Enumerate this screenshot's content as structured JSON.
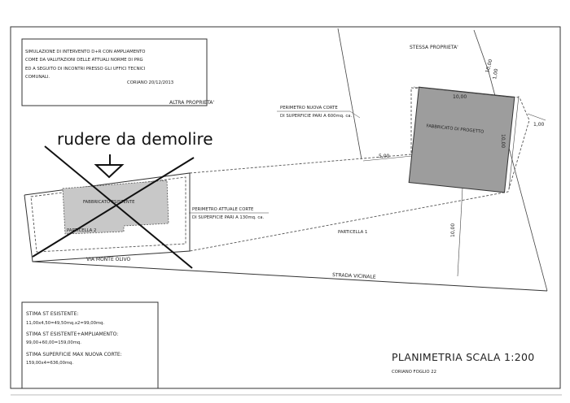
{
  "header_note": {
    "lines": [
      "SIMULAZIONE DI INTERVENTO D+R CON AMPLIAMENTO",
      "COME DA VALUTAZIONI DELLE ATTUALI NORME DI PRG",
      "ED A SEGUITO DI INCONTRI PRESSO GLI UFFICI TECNICI",
      "COMUNALI."
    ],
    "place_date": "CORIANO 20/12/2013"
  },
  "labels": {
    "altra_proprieta": "ALTRA PROPRIETA'",
    "stessa_proprieta": "STESSA PROPRIETA'",
    "perimetro_nuova_1": "PERIMETRO NUOVA CORTE",
    "perimetro_nuova_2": "DI SUPERFICIE PARI A 600mq. ca.",
    "perimetro_attuale_1": "PERIMETRO ATTUALE CORTE",
    "perimetro_attuale_2": "DI SUPERFICIE PARI A 130mq. ca.",
    "fabbricato_progetto": "FABBRICATO DI PROGETTO",
    "fabbricato_esistente": "FABBRICATO ESISTENTE",
    "particella_2": "PARTICELLA 2",
    "particella_1": "PARTICELLA 1",
    "via_monte_olivo": "VIA MONTE OLIVO",
    "strada_vicinale": "STRADA VICINALE",
    "handwritten": "rudere da demolire"
  },
  "dimensions": {
    "d_10_top": "10,00",
    "d_10_right": "10,00",
    "d_10_corner": "10,00",
    "d_1_top": "1,00",
    "d_1_right": "1,00",
    "d_5": "5,00",
    "d_10_vertical": "10,00"
  },
  "estimates": {
    "st_esistente_title": "STIMA ST ESISTENTE:",
    "st_esistente_calc": "11,00x4,50=49,50mq.x2=99,00mq.",
    "st_ampl_title": "STIMA ST ESISTENTE+AMPLIAMENTO:",
    "st_ampl_calc": "99,00+60,00=159,00mq.",
    "sup_max_title": "STIMA SUPERFICIE MAX NUOVA CORTE:",
    "sup_max_calc": "159,00x4=636,00mq."
  },
  "title_block": {
    "title": "PLANIMETRIA SCALA 1:200",
    "subtitle": "CORIANO FOGLIO 22"
  }
}
